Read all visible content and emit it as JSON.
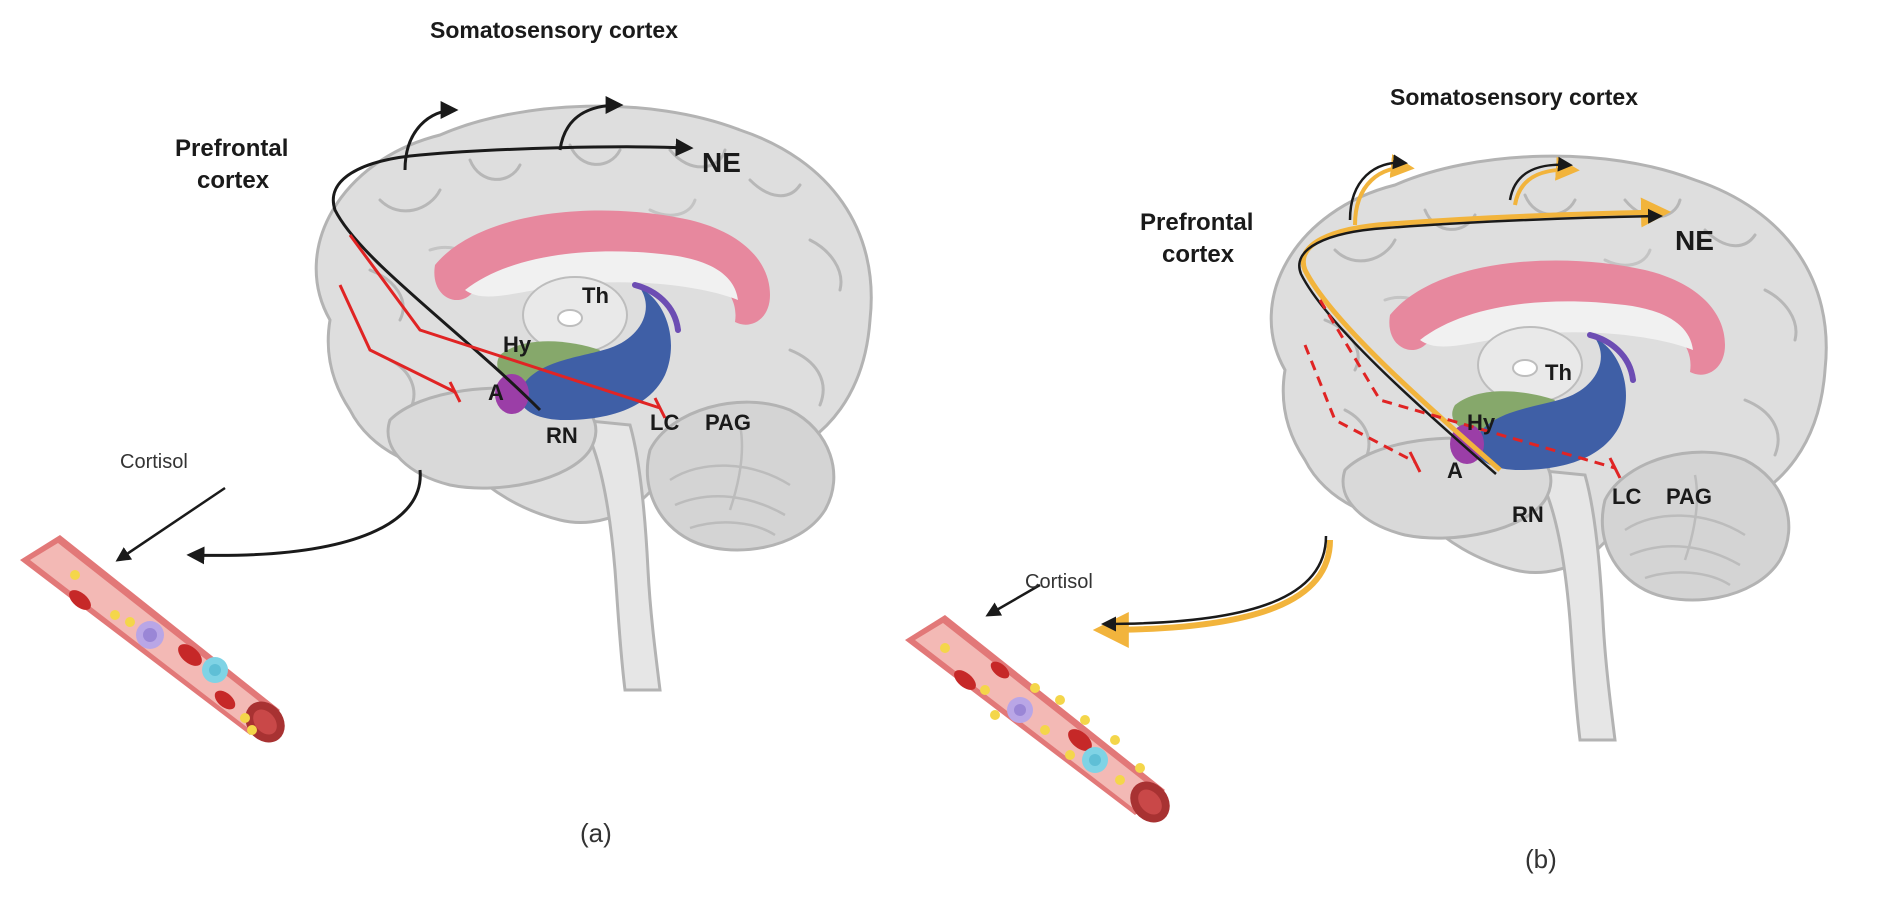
{
  "colors": {
    "brain_fill": "#dedede",
    "brain_stroke": "#b3b3b3",
    "corpus_callosum": "#e7889e",
    "thalamus": "#e9e9e9",
    "limbic_blue": "#3f5fa6",
    "hypothalamus_green": "#86a86b",
    "amygdala_purple": "#9b3ea7",
    "inhibition_red": "#e02424",
    "pathway_black": "#1a1a1a",
    "pathway_gold": "#f2b43c",
    "vessel_wall": "#e27878",
    "vessel_inner": "#f3b9b5",
    "rbc": "#c62828",
    "cortisol_dot": "#f4d64a",
    "wbc_purple": "#b9a6e6",
    "wbc_cyan": "#7fd3e5"
  },
  "panels": [
    {
      "id": "a",
      "caption": "(a)",
      "labels": {
        "somatosensory": "Somatosensory cortex",
        "prefrontal_line1": "Prefrontal",
        "prefrontal_line2": "cortex",
        "ne": "NE",
        "th": "Th",
        "hy": "Hy",
        "a": "A",
        "rn": "RN",
        "lc": "LC",
        "pag": "PAG",
        "cortisol": "Cortisol"
      },
      "inhibition_style": "solid",
      "descending_style": "black"
    },
    {
      "id": "b",
      "caption": "(b)",
      "labels": {
        "somatosensory": "Somatosensory cortex",
        "prefrontal_line1": "Prefrontal",
        "prefrontal_line2": "cortex",
        "ne": "NE",
        "th": "Th",
        "hy": "Hy",
        "a": "A",
        "rn": "RN",
        "lc": "LC",
        "pag": "PAG",
        "cortisol": "Cortisol"
      },
      "inhibition_style": "dashed",
      "descending_style": "gold"
    }
  ]
}
